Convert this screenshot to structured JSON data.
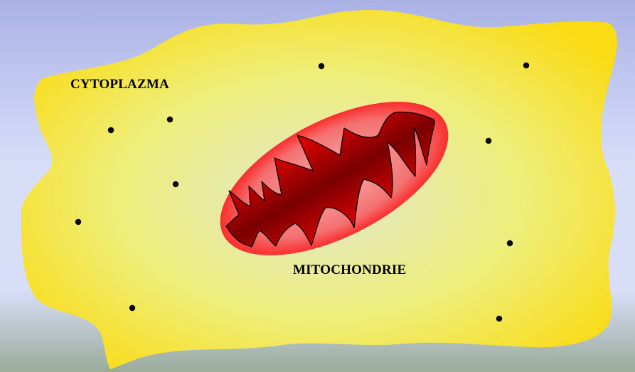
{
  "labels": {
    "cytoplasm": "CYTOPLAZMA",
    "mitochondrion": "MITOCHONDRIE"
  },
  "colors": {
    "background_top": "#aab2e6",
    "background_mid": "#d8def8",
    "background_bottom": "#9aab9a",
    "cell_center": "#e2e8cc",
    "cell_edge": "#fadb14",
    "mito_outer_center": "#f7b3b3",
    "mito_outer_edge": "#ff1010",
    "mito_inner_dark": "#7a0000",
    "mito_inner_light": "#d40000",
    "particle": "#000000"
  },
  "icons": {
    "particles": "dot"
  }
}
